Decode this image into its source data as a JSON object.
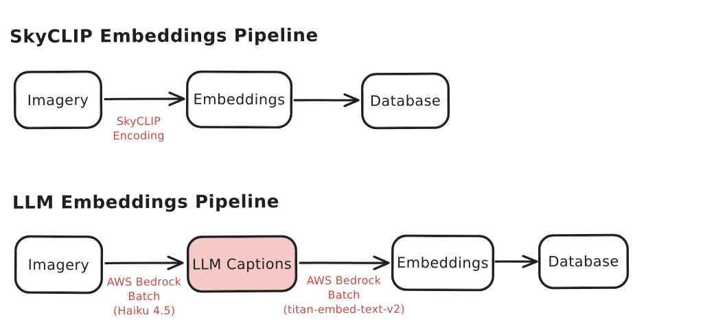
{
  "colors": {
    "ink": "#1f1f1f",
    "accent-red": "#cc4a43",
    "pink-fill": "#f6c9c7",
    "box-fill": "#ffffff",
    "bg": "#ffffff"
  },
  "pipeline_skyclip": {
    "title": "SkyCLIP Embeddings Pipeline",
    "nodes": {
      "imagery": "Imagery",
      "embeddings": "Embeddings",
      "database": "Database"
    },
    "edge_labels": {
      "imagery_to_embeddings": "SkyCLIP\nEncoding"
    }
  },
  "pipeline_llm": {
    "title": "LLM Embeddings Pipeline",
    "nodes": {
      "imagery": "Imagery",
      "llm_captions": "LLM Captions",
      "embeddings": "Embeddings",
      "database": "Database"
    },
    "edge_labels": {
      "imagery_to_captions": "AWS Bedrock\nBatch\n(Haiku 4.5)",
      "captions_to_embeddings": "AWS Bedrock\nBatch\n(titan-embed-text-v2)"
    }
  }
}
